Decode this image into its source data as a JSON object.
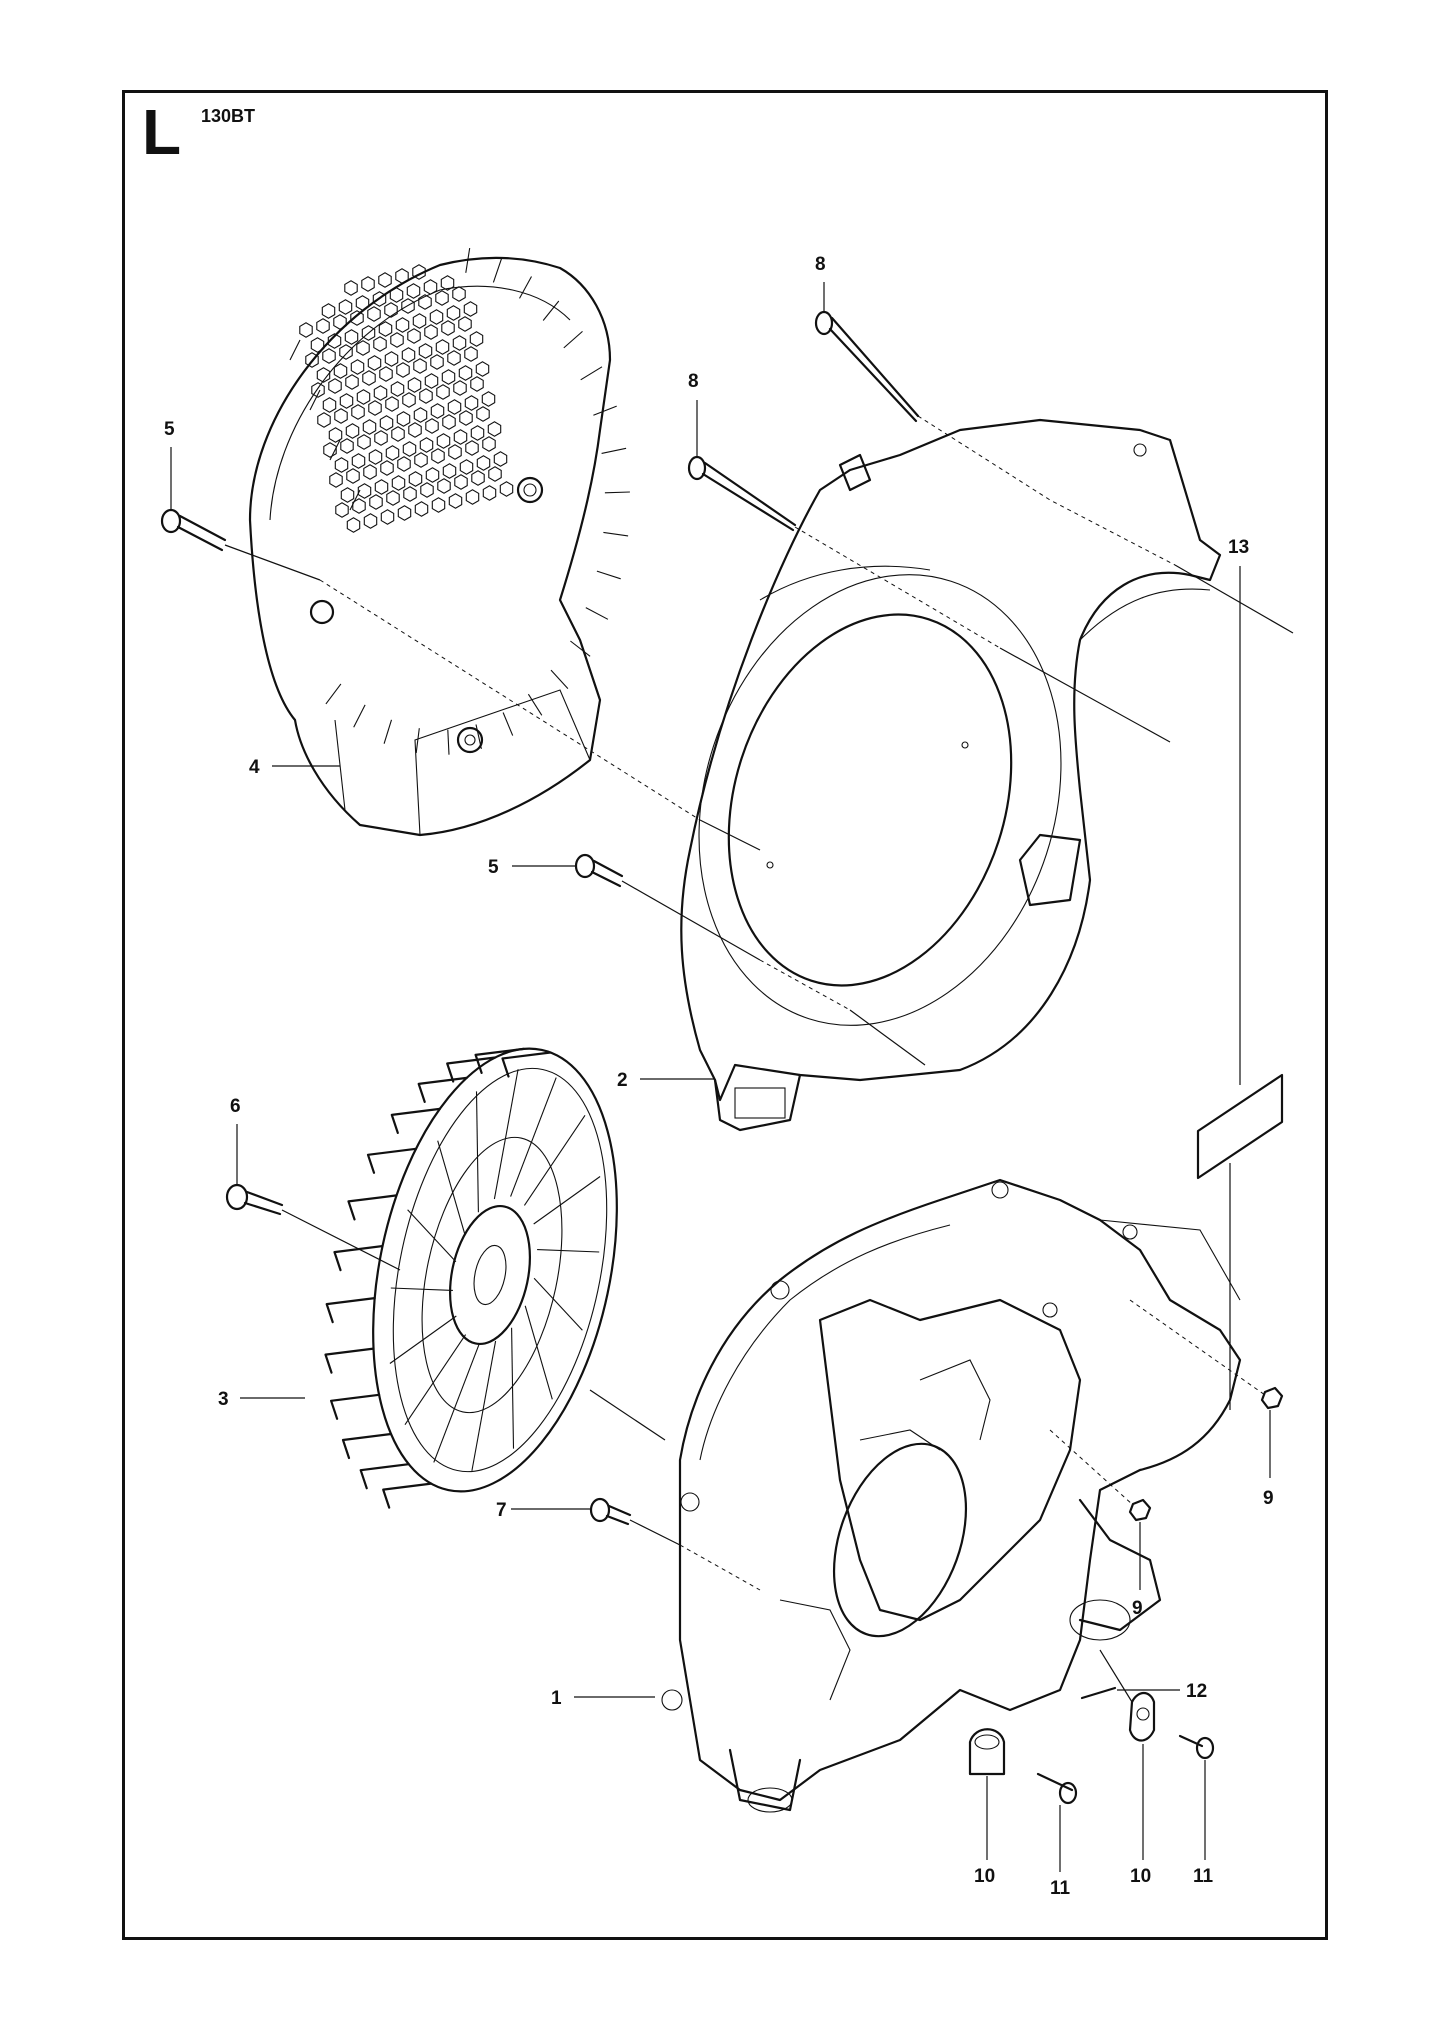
{
  "header": {
    "section_letter": "L",
    "model": "130BT"
  },
  "callouts": [
    {
      "id": "c8a",
      "label": "8"
    },
    {
      "id": "c8b",
      "label": "8"
    },
    {
      "id": "c5a",
      "label": "5"
    },
    {
      "id": "c4",
      "label": "4"
    },
    {
      "id": "c5b",
      "label": "5"
    },
    {
      "id": "c2",
      "label": "2"
    },
    {
      "id": "c13",
      "label": "13"
    },
    {
      "id": "c6",
      "label": "6"
    },
    {
      "id": "c3",
      "label": "3"
    },
    {
      "id": "c7",
      "label": "7"
    },
    {
      "id": "c9a",
      "label": "9"
    },
    {
      "id": "c9b",
      "label": "9"
    },
    {
      "id": "c1",
      "label": "1"
    },
    {
      "id": "c12",
      "label": "12"
    },
    {
      "id": "c10a",
      "label": "10"
    },
    {
      "id": "c11a",
      "label": "11"
    },
    {
      "id": "c10b",
      "label": "10"
    },
    {
      "id": "c11b",
      "label": "11"
    }
  ],
  "parts": [
    "starter-cover",
    "fan-housing-cover",
    "fan-wheel",
    "fan-housing",
    "decal",
    "screw",
    "nut",
    "cable-clamp",
    "pin"
  ]
}
